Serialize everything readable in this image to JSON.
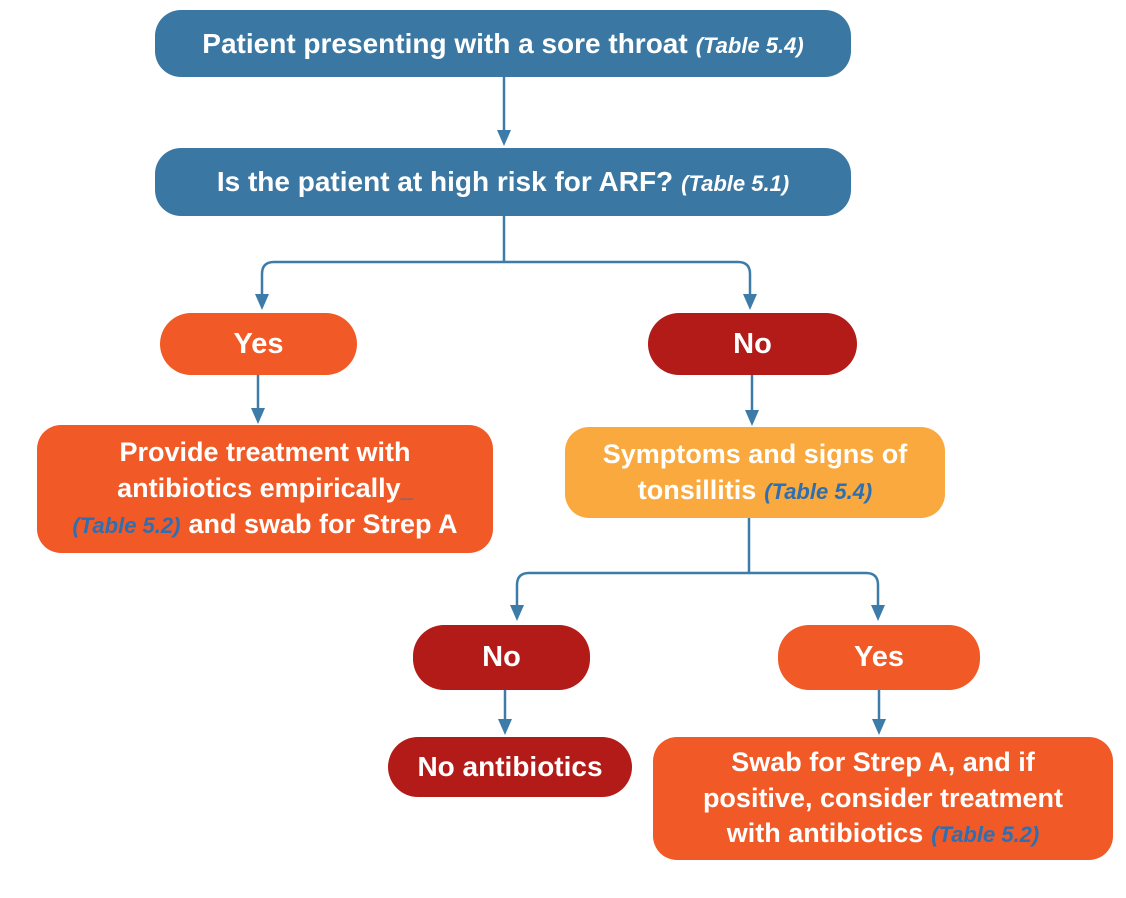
{
  "title": "Sore throat assessment and management flowchart",
  "palette": {
    "node-blue": "#3A78A3",
    "node-orange": "#F15A26",
    "node-red": "#B21B17",
    "node-yellow": "#F9A93D",
    "connector": "#3D7CA8",
    "ref-blue": "#2E6FB2",
    "text-white": "#FFFFFF"
  },
  "nodes": {
    "start": {
      "label": "Patient presenting with a sore throat",
      "ref": "(Table 5.4)"
    },
    "arf_question": {
      "label": "Is the patient at high risk for ARF?",
      "ref": "(Table 5.1)"
    },
    "arf_yes": {
      "label": "Yes"
    },
    "arf_no": {
      "label": "No"
    },
    "treat_empirically": {
      "line1": "Provide treatment with",
      "line2": "antibiotics empirically",
      "line2_mark": "_",
      "line3_ref": "(Table 5.2)",
      "line3": "and swab for Strep A"
    },
    "tonsillitis": {
      "line1": "Symptoms and signs of",
      "line2": "tonsillitis",
      "line2_ref": "(Table 5.4)"
    },
    "tonsillitis_no": {
      "label": "No"
    },
    "tonsillitis_yes": {
      "label": "Yes"
    },
    "no_antibiotics": {
      "label": "No antibiotics"
    },
    "swab_if_positive": {
      "line1": "Swab for Strep A, and if",
      "line2": "positive, consider treatment",
      "line3": "with antibiotics",
      "line3_ref": "(Table 5.2)"
    }
  }
}
